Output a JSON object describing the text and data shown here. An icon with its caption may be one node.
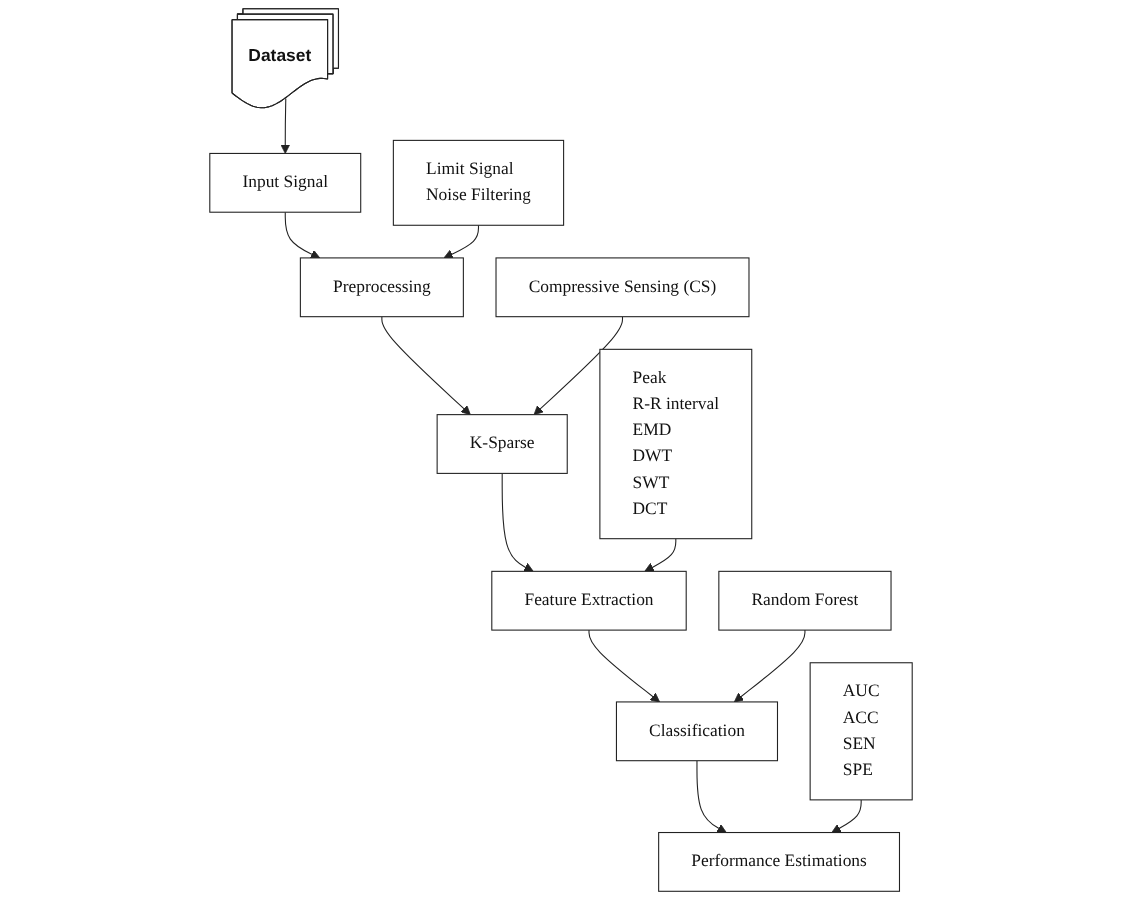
{
  "diagram": {
    "nodes": [
      {
        "text": [
          "Input Signal"
        ]
      },
      {
        "text": [
          "Dataset"
        ]
      },
      {
        "text": [
          "Limit Signal",
          "Noise Filtering"
        ]
      },
      {
        "text": [
          "Preprocessing"
        ]
      },
      {
        "text": [
          "K-Sparse"
        ]
      },
      {
        "text": [
          "Compressive Sensing (CS)"
        ]
      },
      {
        "text": [
          "Peak",
          "R-R interval",
          "EMD",
          "DWT",
          "SWT",
          "DCT"
        ]
      },
      {
        "text": [
          "Feature Extraction"
        ]
      },
      {
        "text": [
          "Classification"
        ]
      },
      {
        "text": [
          "Random Forest"
        ]
      },
      {
        "text": [
          "Performance Estimations"
        ]
      },
      {
        "text": [
          "AUC",
          "ACC",
          "SEN",
          "SPE"
        ]
      }
    ],
    "edges": [
      {
        "from": 1,
        "to": 0,
        "arrow": "to"
      },
      {
        "from": 0,
        "to": 3,
        "arrow": "to"
      },
      {
        "from": 2,
        "to": 3,
        "arrow": "to"
      },
      {
        "from": 3,
        "to": 4,
        "arrow": "to"
      },
      {
        "from": 5,
        "to": 4,
        "arrow": "to"
      },
      {
        "from": 4,
        "to": 7,
        "arrow": "to"
      },
      {
        "from": 6,
        "to": 7,
        "arrow": "to"
      },
      {
        "from": 7,
        "to": 8,
        "arrow": "to"
      },
      {
        "from": 9,
        "to": 8,
        "arrow": "to"
      },
      {
        "from": 8,
        "to": 10,
        "arrow": "to"
      },
      {
        "from": 11,
        "to": 10,
        "arrow": "to"
      }
    ]
  }
}
